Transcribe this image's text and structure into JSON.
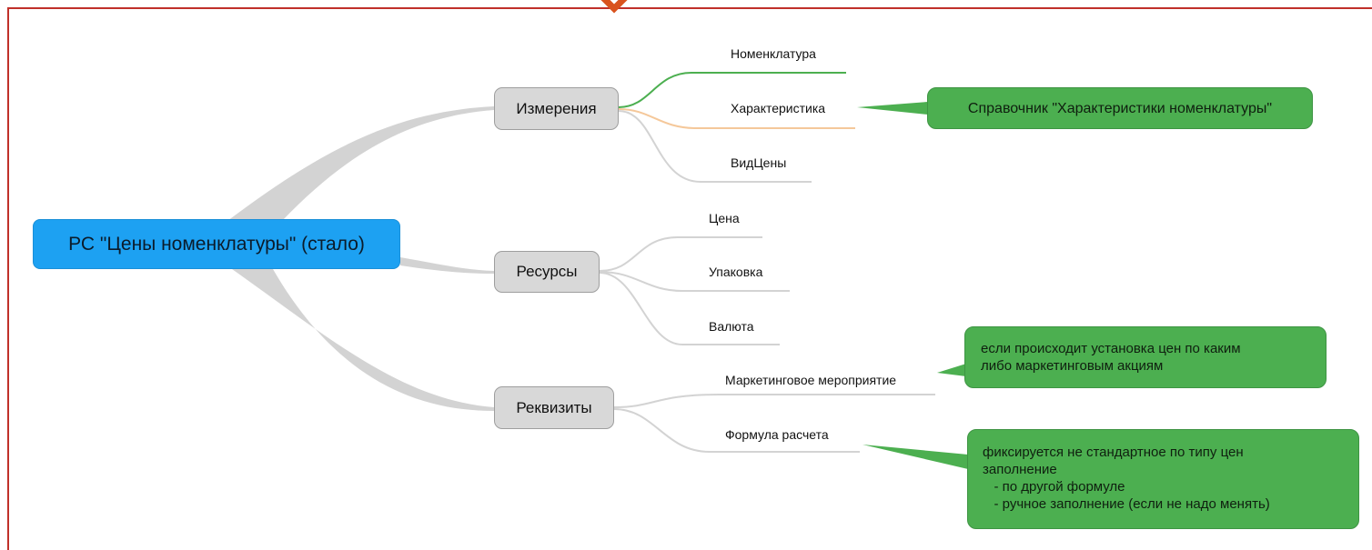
{
  "root": {
    "label": "РС \"Цены номенклатуры\" (стало)"
  },
  "branches": {
    "izmereniya": {
      "label": "Измерения",
      "items": [
        "Номенклатура",
        "Характеристика",
        "ВидЦены"
      ]
    },
    "resursy": {
      "label": "Ресурсы",
      "items": [
        "Цена",
        "Упаковка",
        "Валюта"
      ]
    },
    "rekvizity": {
      "label": "Реквизиты",
      "items": [
        "Маркетинговое мероприятие",
        "Формула расчета"
      ]
    }
  },
  "notes": {
    "harakteristika": "Справочник \"Характеристики номенклатуры\"",
    "marketing": [
      "если происходит установка цен по каким",
      "либо маркетинговым акциям"
    ],
    "formula": [
      "фиксируется не стандартное по типу цен",
      "заполнение",
      "   - по другой формуле",
      "   - ручное заполнение (если не надо менять)"
    ]
  },
  "colors": {
    "root_fill": "#1da1f2",
    "branch_fill": "#d8d8d8",
    "note_fill": "#4caf50",
    "frame_border": "#c0302a",
    "link_green": "#4caf50",
    "link_orange": "#f5c89a",
    "link_gray": "#d3d3d3"
  }
}
